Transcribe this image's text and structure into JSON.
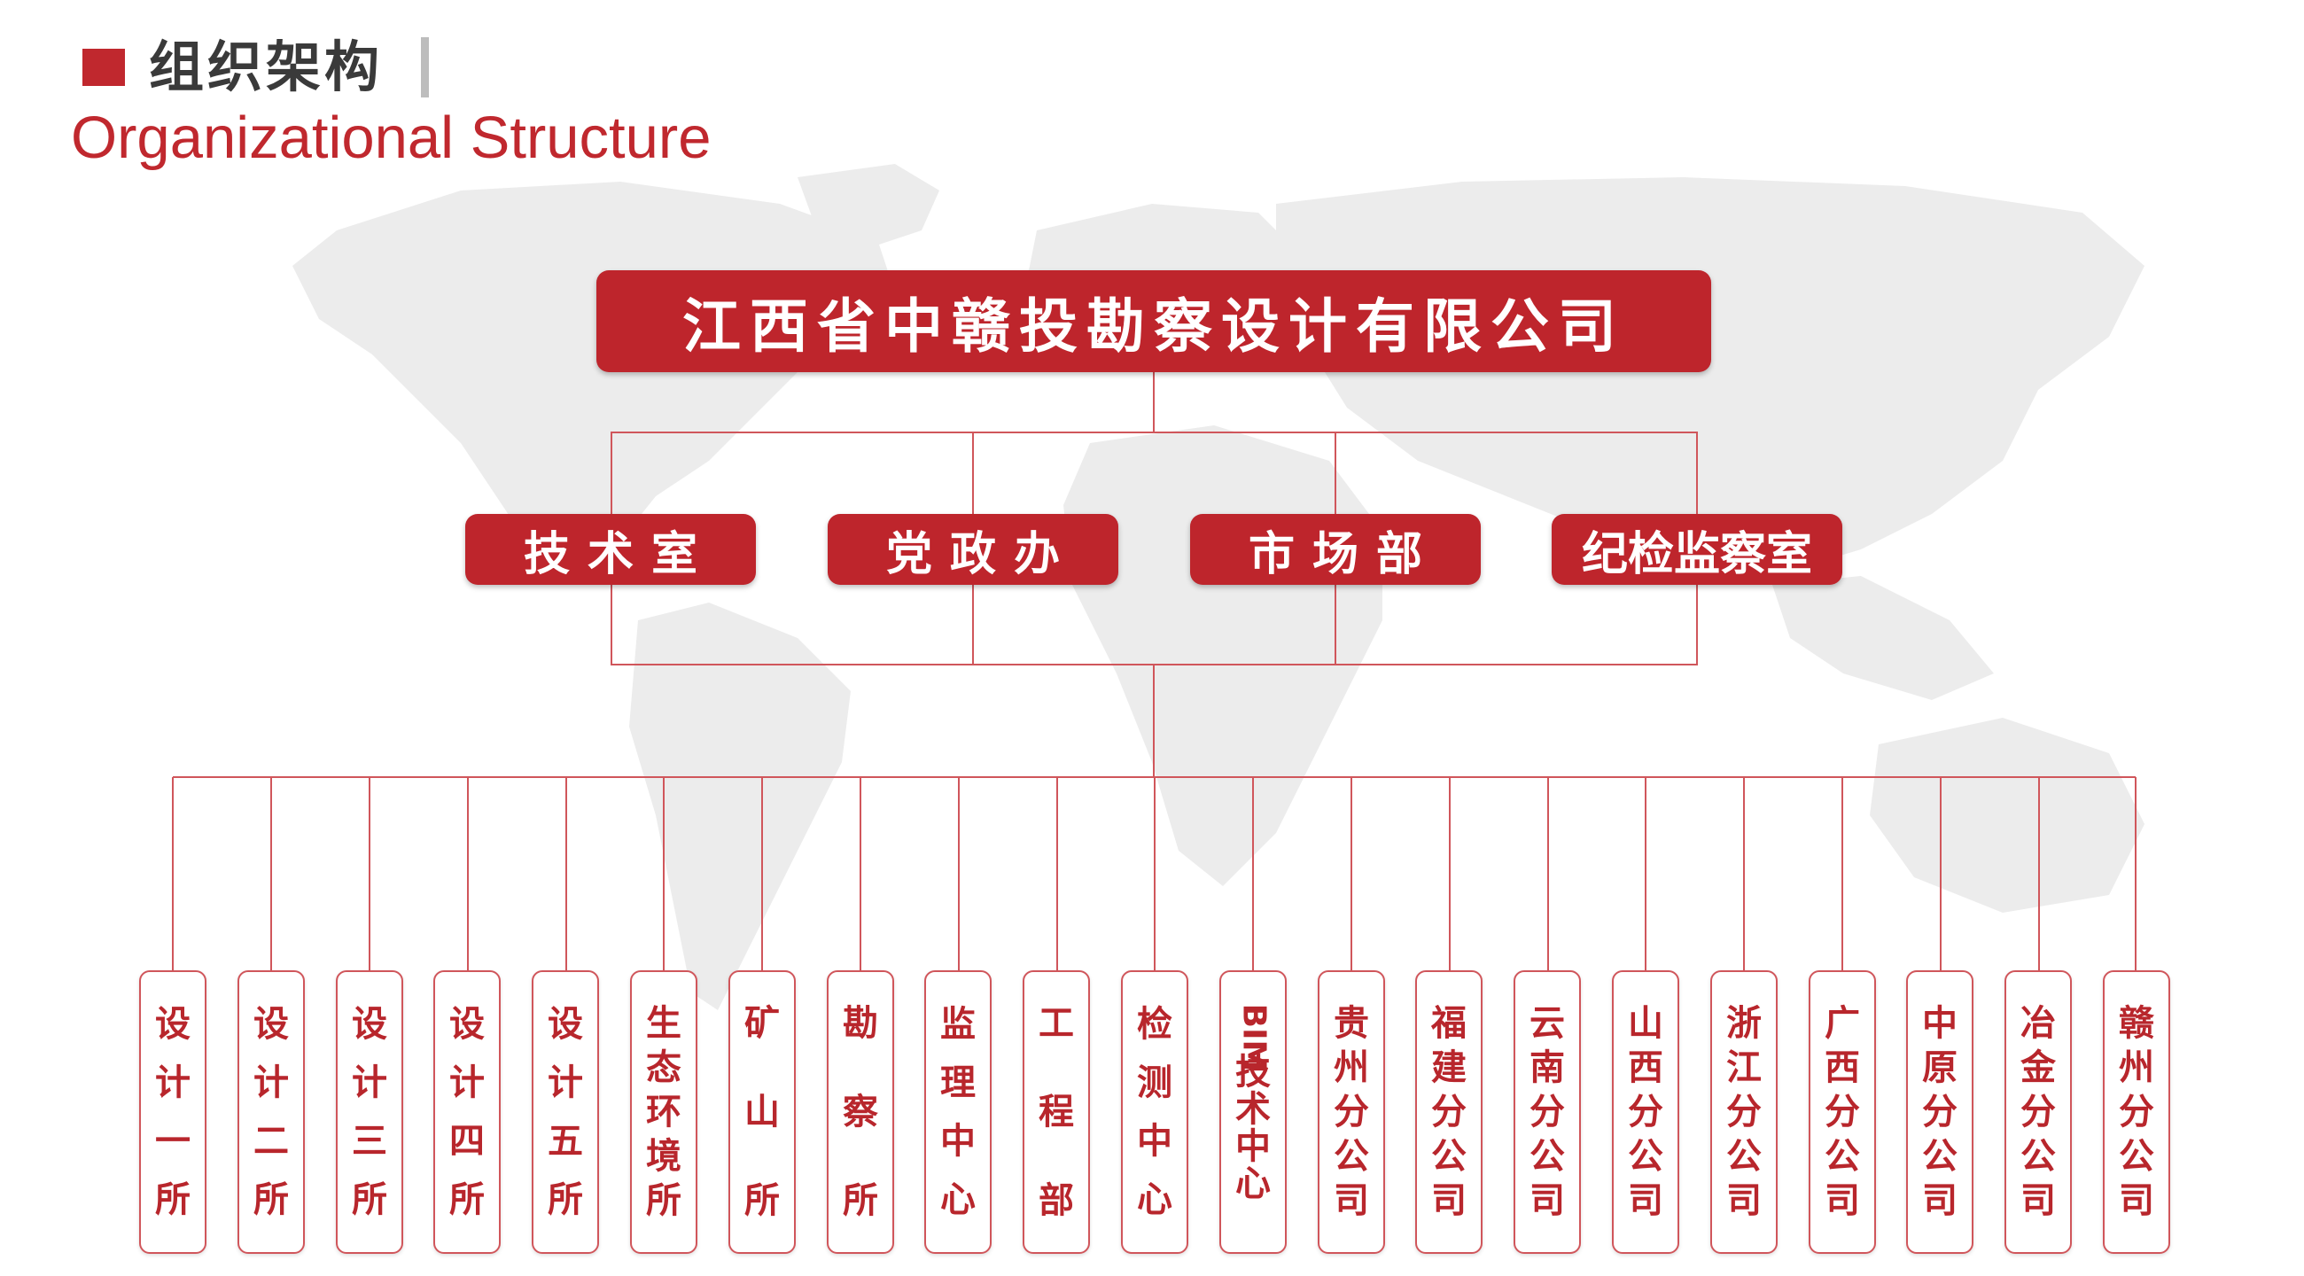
{
  "header": {
    "title_zh": "组织架构",
    "title_en": "Organizational Structure"
  },
  "colors": {
    "accent_red": "#be252c",
    "line_red": "#d0565b",
    "title_gray": "#3a3a3a",
    "map_gray": "#ececec"
  },
  "org": {
    "root": "江西省中赣投勘察设计有限公司",
    "departments": [
      "技术室",
      "党政办",
      "市场部",
      "纪检监察室"
    ],
    "units": [
      [
        "设",
        "计",
        "一",
        "所"
      ],
      [
        "设",
        "计",
        "二",
        "所"
      ],
      [
        "设",
        "计",
        "三",
        "所"
      ],
      [
        "设",
        "计",
        "四",
        "所"
      ],
      [
        "设",
        "计",
        "五",
        "所"
      ],
      [
        "生",
        "态",
        "环",
        "境",
        "所"
      ],
      [
        "矿",
        "山",
        "所"
      ],
      [
        "勘",
        "察",
        "所"
      ],
      [
        "监",
        "理",
        "中",
        "心"
      ],
      [
        "工",
        "程",
        "部"
      ],
      [
        "检",
        "测",
        "中",
        "心"
      ],
      [
        "BIM",
        "技",
        "术",
        "中",
        "心"
      ],
      [
        "贵",
        "州",
        "分",
        "公",
        "司"
      ],
      [
        "福",
        "建",
        "分",
        "公",
        "司"
      ],
      [
        "云",
        "南",
        "分",
        "公",
        "司"
      ],
      [
        "山",
        "西",
        "分",
        "公",
        "司"
      ],
      [
        "浙",
        "江",
        "分",
        "公",
        "司"
      ],
      [
        "广",
        "西",
        "分",
        "公",
        "司"
      ],
      [
        "中",
        "原",
        "分",
        "公",
        "司"
      ],
      [
        "冶",
        "金",
        "分",
        "公",
        "司"
      ],
      [
        "赣",
        "州",
        "分",
        "公",
        "司"
      ]
    ]
  }
}
